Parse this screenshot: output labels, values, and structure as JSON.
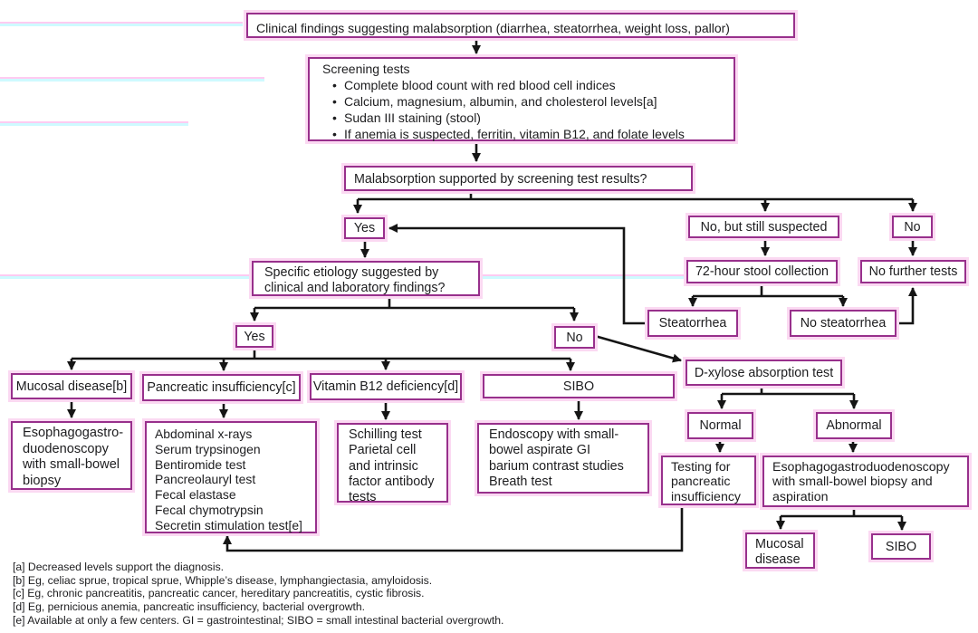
{
  "flowchart": {
    "nodes": {
      "clinical": "Clinical findings suggesting malabsorption (diarrhea, steatorrhea, weight loss, pallor)",
      "screening_title": "Screening tests",
      "screening_items": [
        "Complete blood count with red blood cell indices",
        "Calcium, magnesium, albumin, and cholesterol levels[a]",
        "Sudan III staining (stool)",
        "If anemia is suspected, ferritin, vitamin B12, and folate levels"
      ],
      "malabsorption_q": "Malabsorption supported by screening test results?",
      "yes1": "Yes",
      "no_but_suspected": "No, but still suspected",
      "no1": "No",
      "specific_q": "Specific etiology suggested by\nclinical and laboratory findings?",
      "stool72": "72-hour stool collection",
      "no_further_tests": "No further tests",
      "yes2": "Yes",
      "no2": "No",
      "steatorrhea": "Steatorrhea",
      "no_steatorrhea": "No steatorrhea",
      "mucosal_disease": "Mucosal disease[b]",
      "pancreatic_insufficiency": "Pancreatic insufficiency[c]",
      "vitamin_b12": "Vitamin B12 deficiency[d]",
      "sibo": "SIBO",
      "dxylose": "D-xylose absorption test",
      "egd_biopsy": "Esophagogastro-\nduodenoscopy\nwith small-bowel\nbiopsy",
      "pancreatic_tests": "Abdominal x-rays\nSerum trypsinogen\nBentiromide test\nPancreolauryl test\nFecal elastase\nFecal chymotrypsin\nSecretin stimulation test[e]",
      "b12_tests": "Schilling test\nParietal cell\nand intrinsic\nfactor antibody\ntests",
      "sibo_tests": "Endoscopy with small-\nbowel aspirate GI\nbarium contrast studies\nBreath test",
      "normal": "Normal",
      "abnormal": "Abnormal",
      "testing_pancreatic": "Testing for\npancreatic\ninsufficiency",
      "egd_aspiration": "Esophagogastroduodenoscopy\nwith small-bowel biopsy and\naspiration",
      "mucosal_disease2": "Mucosal\ndisease",
      "sibo2": "SIBO"
    },
    "footnotes": [
      "[a] Decreased levels support the diagnosis.",
      "[b] Eg, celiac sprue, tropical sprue, Whipple’s disease, lymphangiectasia, amyloidosis.",
      "[c] Eg, chronic pancreatitis, pancreatic cancer, hereditary pancreatitis, cystic fibrosis.",
      "[d] Eg, pernicious anemia, pancreatic insufficiency, bacterial overgrowth.",
      "[e] Available at only a few centers. GI = gastrointestinal; SIBO = small intestinal bacterial overgrowth."
    ],
    "colors": {
      "box-border": "#98308c",
      "box-halo": "#fbd9f2",
      "line-color": "#151515",
      "text-color": "#1d1d1f"
    }
  }
}
